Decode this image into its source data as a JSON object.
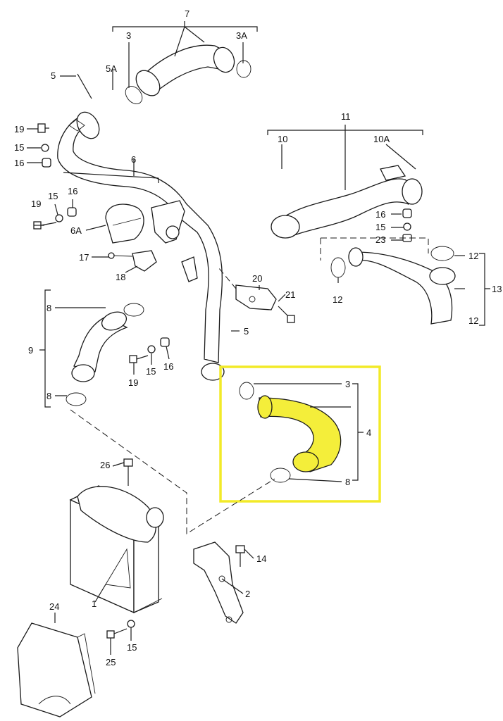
{
  "highlight_color": "#ffff00",
  "callouts": {
    "c7": "7",
    "c3a": "3",
    "c3A": "3A",
    "c5a": "5",
    "c5A": "5A",
    "c19a": "19",
    "c15a": "15",
    "c16a": "16",
    "c6": "6",
    "c15b": "15",
    "c16b": "16",
    "c19b": "19",
    "c6A": "6A",
    "c17": "17",
    "c18": "18",
    "c11": "11",
    "c10": "10",
    "c10A": "10A",
    "c16c": "16",
    "c15c": "15",
    "c23": "23",
    "c12a": "12",
    "c12b": "12",
    "c13": "13",
    "c12c": "12",
    "c20": "20",
    "c21": "21",
    "c5b": "5",
    "c8a": "8",
    "c9": "9",
    "c8b": "8",
    "c19c": "19",
    "c15d": "15",
    "c16d": "16",
    "c3b": "3",
    "c4": "4",
    "c8c": "8",
    "c26": "26",
    "c14": "14",
    "c2": "2",
    "c1": "1",
    "c24": "24",
    "c15e": "15",
    "c25": "25"
  }
}
